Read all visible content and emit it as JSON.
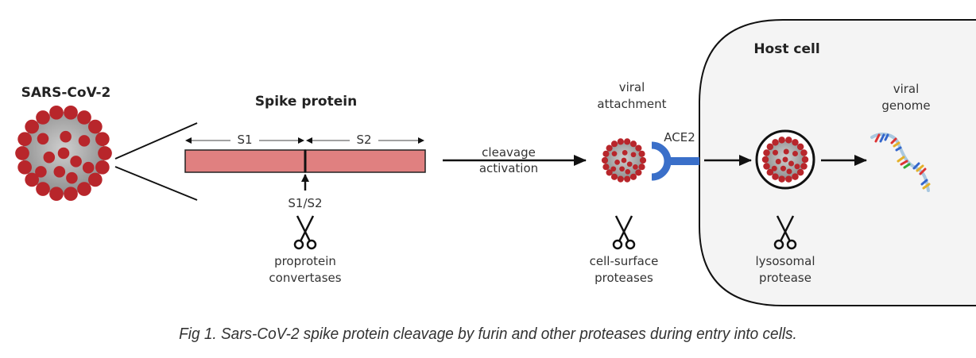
{
  "figure": {
    "virus_title": "SARS-CoV-2",
    "spike_title": "Spike protein",
    "segment_s1": "S1",
    "segment_s2": "S2",
    "cleavage_site": "S1/S2",
    "proprotein_label_1": "proprotein",
    "proprotein_label_2": "convertases",
    "cleavage_label_1": "cleavage",
    "cleavage_label_2": "activation",
    "attachment_label_1": "viral",
    "attachment_label_2": "attachment",
    "receptor_label": "ACE2",
    "surface_label_1": "cell-surface",
    "surface_label_2": "proteases",
    "host_cell_title": "Host cell",
    "genome_label_1": "viral",
    "genome_label_2": "genome",
    "lysosomal_label_1": "lysosomal",
    "lysosomal_label_2": "protease",
    "caption": "Fig 1. Sars-CoV-2 spike protein cleavage by furin and other proteases during entry into cells."
  },
  "colors": {
    "spike_fill": "#e08080",
    "ace2_blue": "#3a6fc9",
    "virus_red": "#b8262b",
    "virus_grey": "#a8a8a8",
    "host_cell_fill": "#f4f4f4"
  }
}
